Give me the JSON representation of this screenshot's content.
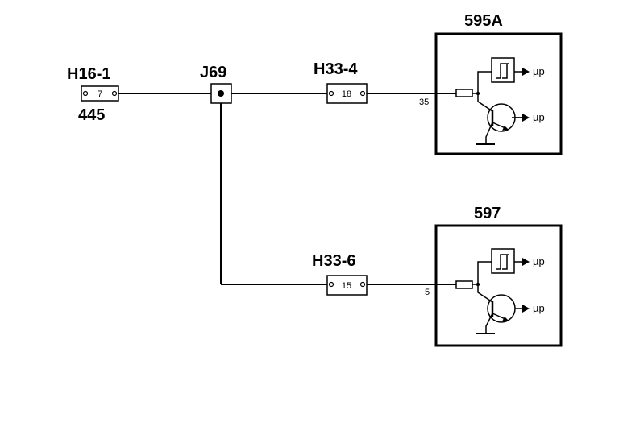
{
  "connectors": {
    "h16_1": {
      "name": "H16-1",
      "pin": "7",
      "wire": "445"
    },
    "j69": {
      "name": "J69"
    },
    "h33_4": {
      "name": "H33-4",
      "pin": "18"
    },
    "h33_6": {
      "name": "H33-6",
      "pin": "15"
    }
  },
  "modules": {
    "m595a": {
      "name": "595A",
      "input_pin": "35",
      "out_top": "µp",
      "out_bottom": "µp"
    },
    "m597": {
      "name": "597",
      "input_pin": "5",
      "out_top": "µp",
      "out_bottom": "µp"
    }
  }
}
